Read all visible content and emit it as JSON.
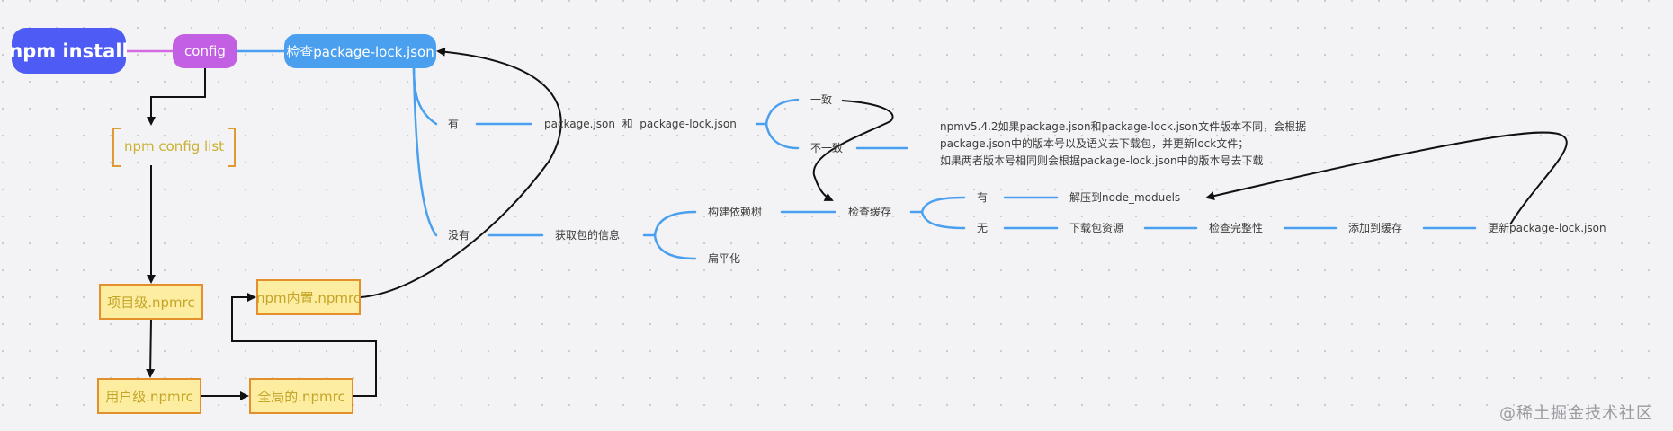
{
  "diagram": {
    "root": "npm install",
    "config": "config",
    "check_lock": "检查package-lock.json",
    "config_list": "npm config list",
    "npmrc": {
      "project": "项目级.npmrc",
      "user": "用户级.npmrc",
      "global": "全局的.npmrc",
      "builtin": "npm内置.npmrc"
    },
    "branches": {
      "has": "有",
      "none": "没有",
      "compare": "package.json  和  package-lock.json",
      "consistent": "一致",
      "inconsistent": "不一致",
      "note_lines": [
        "npmv5.4.2如果package.json和package-lock.json文件版本不同，会根据",
        "package.json中的版本号以及语义去下载包，并更新lock文件；",
        "如果两者版本号相同则会根据package-lock.json中的版本号去下载"
      ],
      "get_info": "获取包的信息",
      "build_tree": "构建依赖树",
      "flatten": "扁平化",
      "check_cache": "检查缓存",
      "cache_has": "有",
      "cache_none": "无",
      "extract": "解压到node_moduels",
      "download": "下载包资源",
      "integrity": "检查完整性",
      "add_cache": "添加到缓存",
      "update_lock": "更新package-lock.json"
    },
    "colors": {
      "root": "#4e5cf5",
      "config": "#c35fe3",
      "check": "#4aa0ef",
      "branch_line": "#4aa0ef",
      "config_line": "#d36ce0",
      "box_fill": "#fdeda0",
      "box_border": "#e38f2c",
      "box_text": "#c4a52a",
      "arrow": "#111111"
    }
  },
  "watermark": "@稀土掘金技术社区"
}
